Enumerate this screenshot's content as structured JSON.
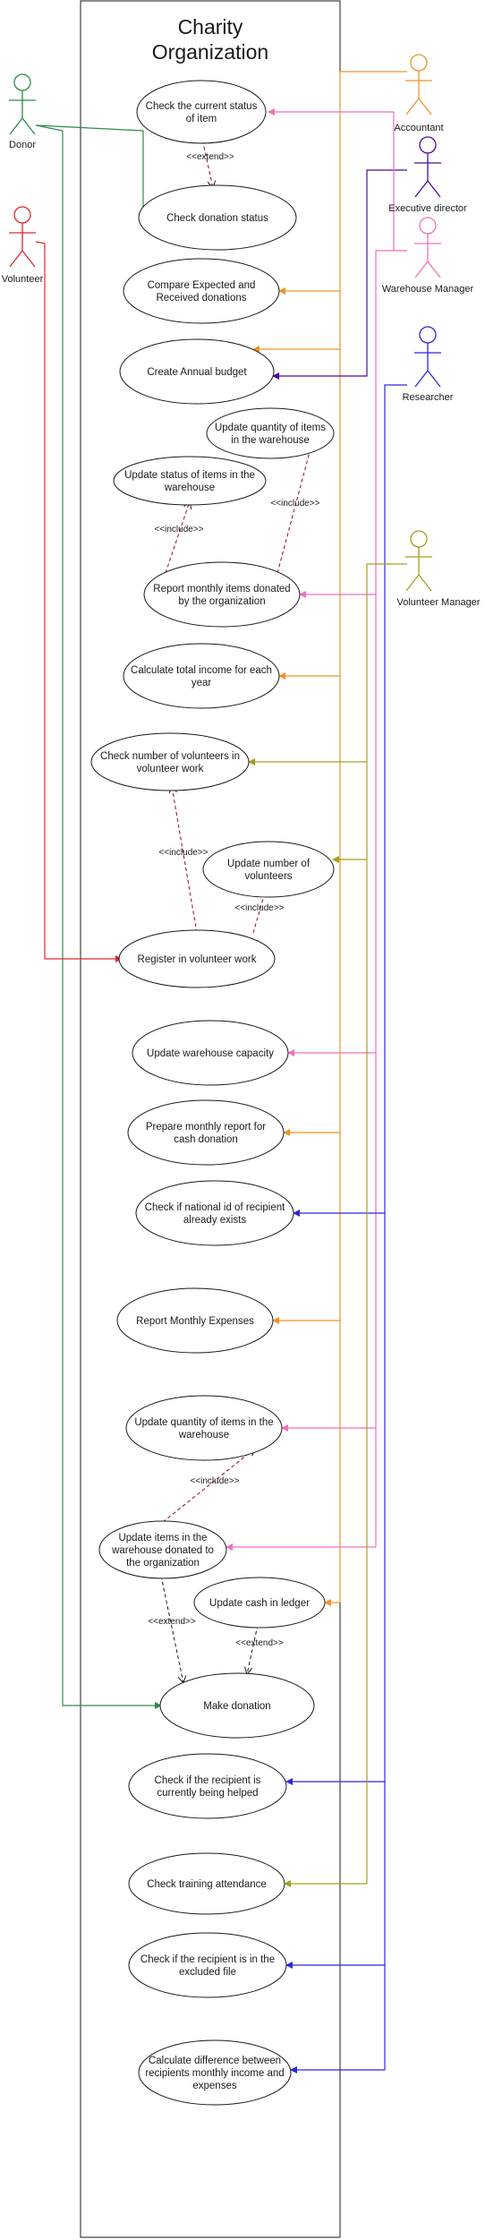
{
  "system": {
    "title_line1": "Charity",
    "title_line2": "Organization"
  },
  "colors": {
    "donor": "#2e8b4a",
    "volunteer": "#e0282a",
    "accountant": "#f0922b",
    "executive_director": "#4c0a99",
    "warehouse_manager": "#f06fc0",
    "researcher": "#2f28d6",
    "volunteer_manager": "#a89f1a",
    "dependency": "#8a0a2a"
  },
  "actors": [
    {
      "id": "donor",
      "label": "Donor"
    },
    {
      "id": "volunteer",
      "label": "Volunteer"
    },
    {
      "id": "accountant",
      "label": "Accountant"
    },
    {
      "id": "executive_director",
      "label": "Executive director"
    },
    {
      "id": "warehouse_manager",
      "label": "Warehouse Manager"
    },
    {
      "id": "researcher",
      "label": "Researcher"
    },
    {
      "id": "volunteer_manager",
      "label": "Volunteer Manager"
    }
  ],
  "use_cases": [
    {
      "id": "check_status_item",
      "lines": [
        "Check the current status",
        "of item"
      ]
    },
    {
      "id": "check_donation_status",
      "lines": [
        "Check donation status"
      ]
    },
    {
      "id": "compare_donations",
      "lines": [
        "Compare Expected and",
        "Received donations"
      ]
    },
    {
      "id": "annual_budget",
      "lines": [
        "Create Annual budget"
      ]
    },
    {
      "id": "update_qty_wh_top",
      "lines": [
        "Update quantity of items",
        "in the warehouse"
      ]
    },
    {
      "id": "update_status_items",
      "lines": [
        "Update status of items in the",
        "warehouse"
      ]
    },
    {
      "id": "report_monthly_items",
      "lines": [
        "Report monthly items donated",
        "by the organization"
      ]
    },
    {
      "id": "total_income",
      "lines": [
        "Calculate total income for each",
        "year"
      ]
    },
    {
      "id": "check_num_volunteers",
      "lines": [
        "Check number of volunteers in",
        "volunteer work"
      ]
    },
    {
      "id": "update_num_volunteers",
      "lines": [
        "Update number of",
        "volunteers"
      ]
    },
    {
      "id": "register_volunteer",
      "lines": [
        "Register in volunteer work"
      ]
    },
    {
      "id": "update_wh_capacity",
      "lines": [
        "Update warehouse capacity"
      ]
    },
    {
      "id": "monthly_cash_report",
      "lines": [
        "Prepare monthly report for",
        "cash donation"
      ]
    },
    {
      "id": "check_national_id",
      "lines": [
        "Check if national id of recipient",
        "already exists"
      ]
    },
    {
      "id": "monthly_expenses",
      "lines": [
        "Report Monthly Expenses"
      ]
    },
    {
      "id": "update_qty_wh_bottom",
      "lines": [
        "Update quantity of items in the",
        "warehouse"
      ]
    },
    {
      "id": "update_items_donated",
      "lines": [
        "Update items in the",
        "warehouse donated to",
        "the organization"
      ]
    },
    {
      "id": "update_cash_ledger",
      "lines": [
        "Update cash in ledger"
      ]
    },
    {
      "id": "make_donation",
      "lines": [
        "Make donation"
      ]
    },
    {
      "id": "recipient_helped",
      "lines": [
        "Check if the recipient is",
        "currently being helped"
      ]
    },
    {
      "id": "training_attendance",
      "lines": [
        "Check training attendance"
      ]
    },
    {
      "id": "recipient_excluded",
      "lines": [
        "Check if the recipient is in the",
        "excluded file"
      ]
    },
    {
      "id": "income_expense_diff",
      "lines": [
        "Calculate difference between",
        "recipients monthly income and",
        "expenses"
      ]
    }
  ],
  "relations": [
    {
      "id": "extend_status",
      "label": "<<extend>>"
    },
    {
      "id": "include_status_items",
      "label": "<<include>>"
    },
    {
      "id": "include_qty_top",
      "label": "<<include>>"
    },
    {
      "id": "include_num_volunteers_check",
      "label": "<<include>>"
    },
    {
      "id": "include_num_volunteers_update",
      "label": "<<include>>"
    },
    {
      "id": "include_qty_bottom",
      "label": "<<include>>"
    },
    {
      "id": "extend_items_donation",
      "label": "<<extend>>"
    },
    {
      "id": "extend_cash_donation",
      "label": "<<extend>>"
    }
  ]
}
